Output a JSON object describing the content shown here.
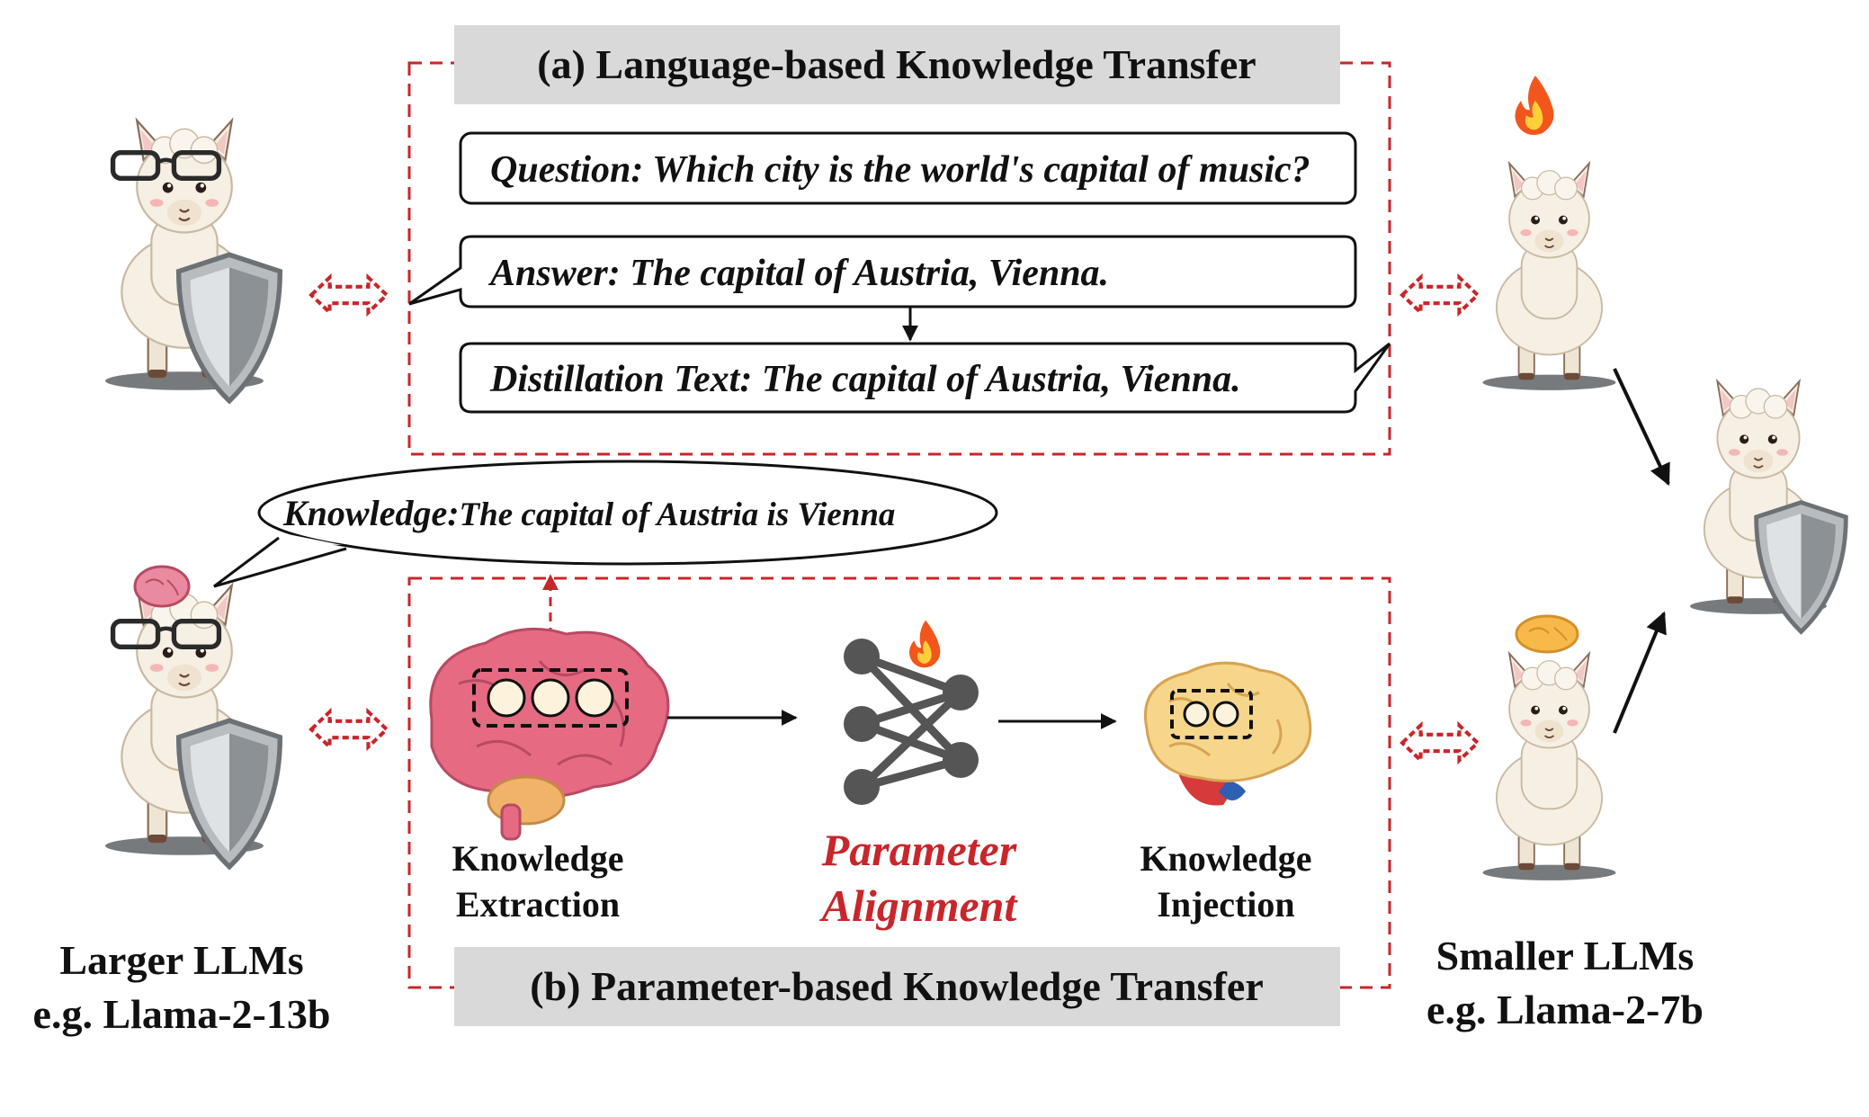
{
  "section_a": {
    "title": "(a) Language-based Knowledge Transfer",
    "question": "Question: Which city is the world's capital of music?",
    "answer": "Answer: The capital of Austria, Vienna.",
    "distillation": "Distillation Text: The capital of Austria, Vienna."
  },
  "section_b": {
    "title": "(b) Parameter-based Knowledge Transfer",
    "extraction_line1": "Knowledge",
    "extraction_line2": "Extraction",
    "alignment_line1": "Parameter",
    "alignment_line2": "Alignment",
    "injection_line1": "Knowledge",
    "injection_line2": "Injection"
  },
  "knowledge_bubble": {
    "prefix": "Knowledge:",
    "text": "The capital of Austria is Vienna"
  },
  "larger_llm": {
    "line1": "Larger LLMs",
    "line2": "e.g. Llama-2-13b"
  },
  "smaller_llm": {
    "line1": "Smaller LLMs",
    "line2": "e.g. Llama-2-7b"
  },
  "colors": {
    "accent_red": "#c8262a",
    "title_bar_gray": "#d9d9d9",
    "brain_pink": "#e56a82",
    "brain_yellow": "#f6d68a",
    "alpaca_wool": "#f6efe3",
    "shield_gray": "#b8bcbf",
    "network_node": "#555555"
  },
  "icons": [
    "alpaca-icon",
    "shield-icon",
    "glasses-icon",
    "flame-icon",
    "brain-icon",
    "neural-network-icon",
    "double-arrow-icon"
  ]
}
